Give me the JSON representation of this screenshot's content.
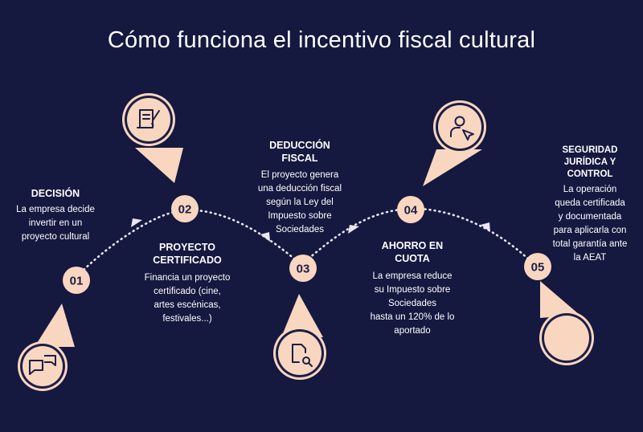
{
  "title": "Cómo funciona el incentivo fiscal cultural",
  "colors": {
    "background": "#15183f",
    "accent": "#f9d6c0",
    "text": "#ffffff",
    "dark": "#1b1e46"
  },
  "steps": [
    {
      "number": "01",
      "heading": "DECISIÓN",
      "body": "La empresa decide\ninvertir en un\nproyecto cultural",
      "icon": "chat-bubbles-icon"
    },
    {
      "number": "02",
      "heading": "PROYECTO\nCERTIFICADO",
      "body": "Financia un proyecto\ncertificado (cine,\nartes escénicas,\nfestivales...)",
      "icon": "scroll-quill-icon"
    },
    {
      "number": "03",
      "heading": "DEDUCCIÓN\nFISCAL",
      "body": "El proyecto genera\nuna deducción fiscal\nsegún la Ley del\nImpuesto sobre\nSociedades",
      "icon": "document-search-icon"
    },
    {
      "number": "04",
      "heading": "AHORRO EN\nCUOTA",
      "body": "La empresa reduce\nsu Impuesto sobre\nSociedades\nhasta un 120% de lo\naportado",
      "icon": "user-cursor-icon"
    },
    {
      "number": "05",
      "heading": "SEGURIDAD\nJURÍDICA Y\nCONTROL",
      "body": "La operación\nqueda certificada\ny documentada\npara aplicarla con\ntotal garantía ante\nla AEAT",
      "icon": "blank-circle"
    }
  ]
}
